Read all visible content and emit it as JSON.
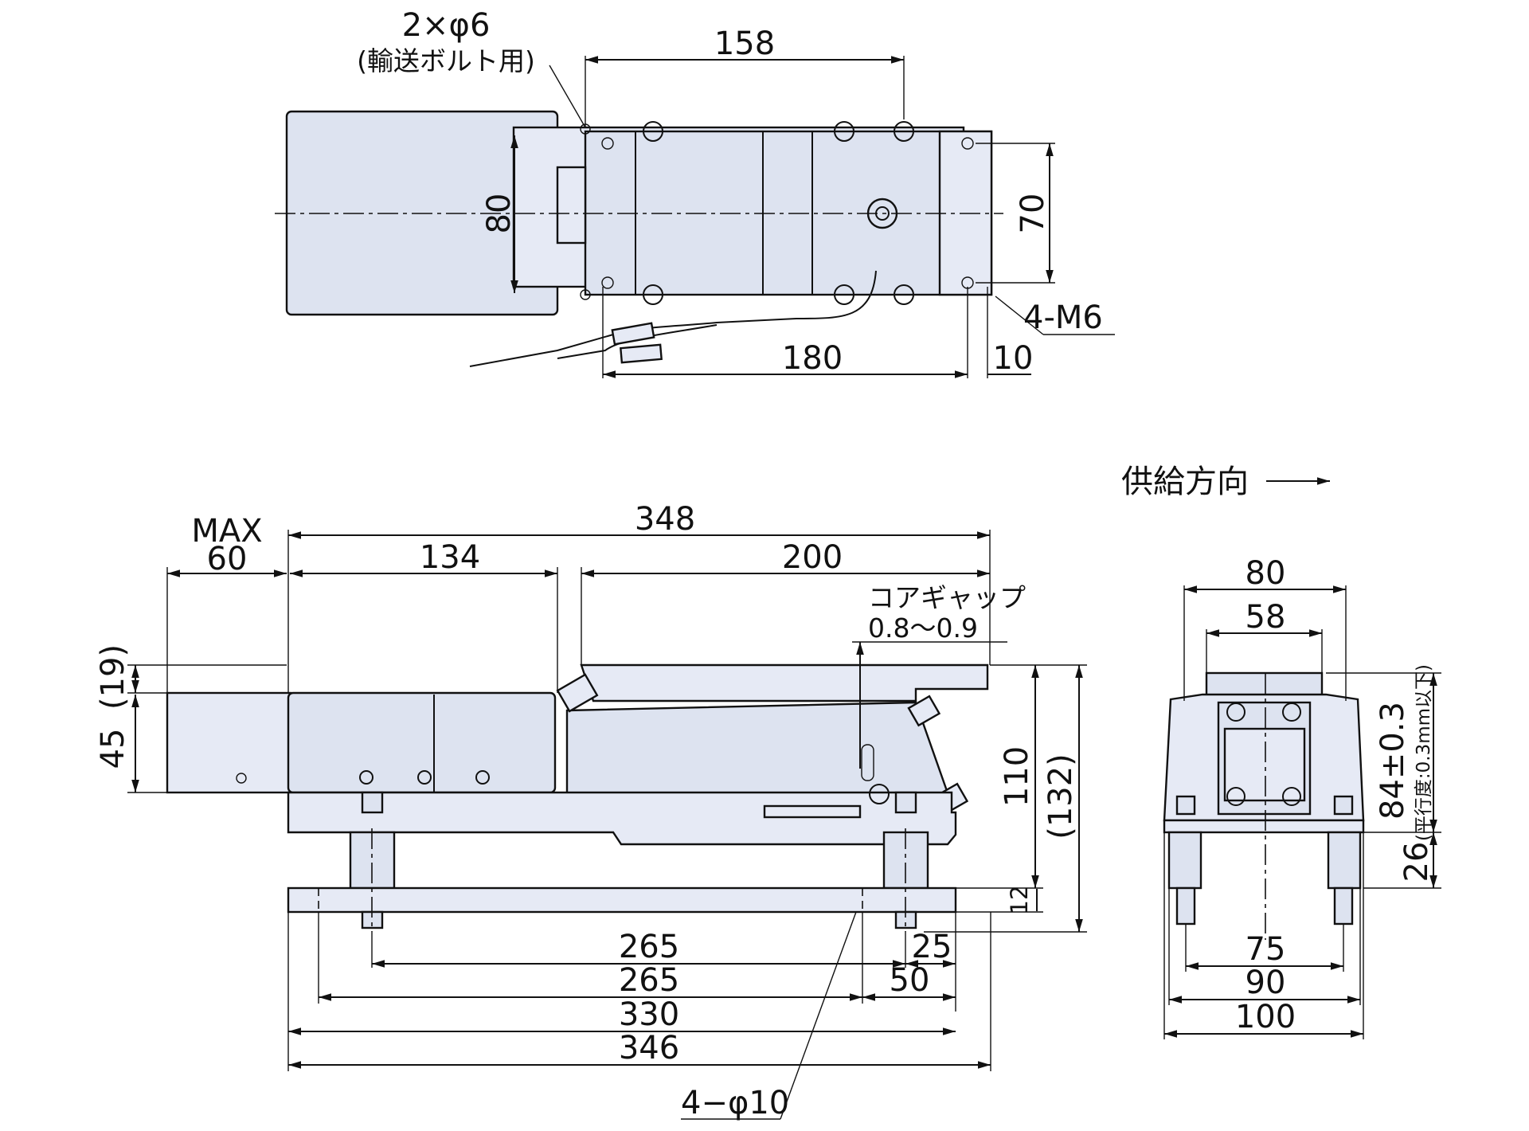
{
  "top_view": {
    "hole_note_line1": "2×φ6",
    "hole_note_line2": "(輸送ボルト用)",
    "dim_158": "158",
    "dim_80": "80",
    "dim_70": "70",
    "tap_note": "4-M6",
    "dim_180": "180",
    "dim_10": "10"
  },
  "feed_direction": {
    "label": "供給方向",
    "arrow": "arrow-right-icon"
  },
  "side_view": {
    "max_label": "MAX",
    "dim_60": "60",
    "dim_348": "348",
    "dim_134": "134",
    "dim_200": "200",
    "core_gap_label": "コアギャップ",
    "core_gap_value": "0.8～0.9",
    "dim_19": "(19)",
    "dim_45": "45",
    "dim_110": "110",
    "dim_132": "(132)",
    "dim_12": "12",
    "dim_25": "25",
    "dim_265a": "265",
    "dim_265b": "265",
    "dim_50": "50",
    "dim_330": "330",
    "dim_346": "346",
    "hole_note": "4−φ10"
  },
  "end_view": {
    "dim_80": "80",
    "dim_58": "58",
    "dim_84": "84±0.3",
    "flatness_note": "(平行度:0.3mm以下)",
    "dim_26": "26",
    "dim_75": "75",
    "dim_90": "90",
    "dim_100": "100"
  },
  "colors": {
    "body_fill": "#dde3f0",
    "line": "#111111"
  }
}
